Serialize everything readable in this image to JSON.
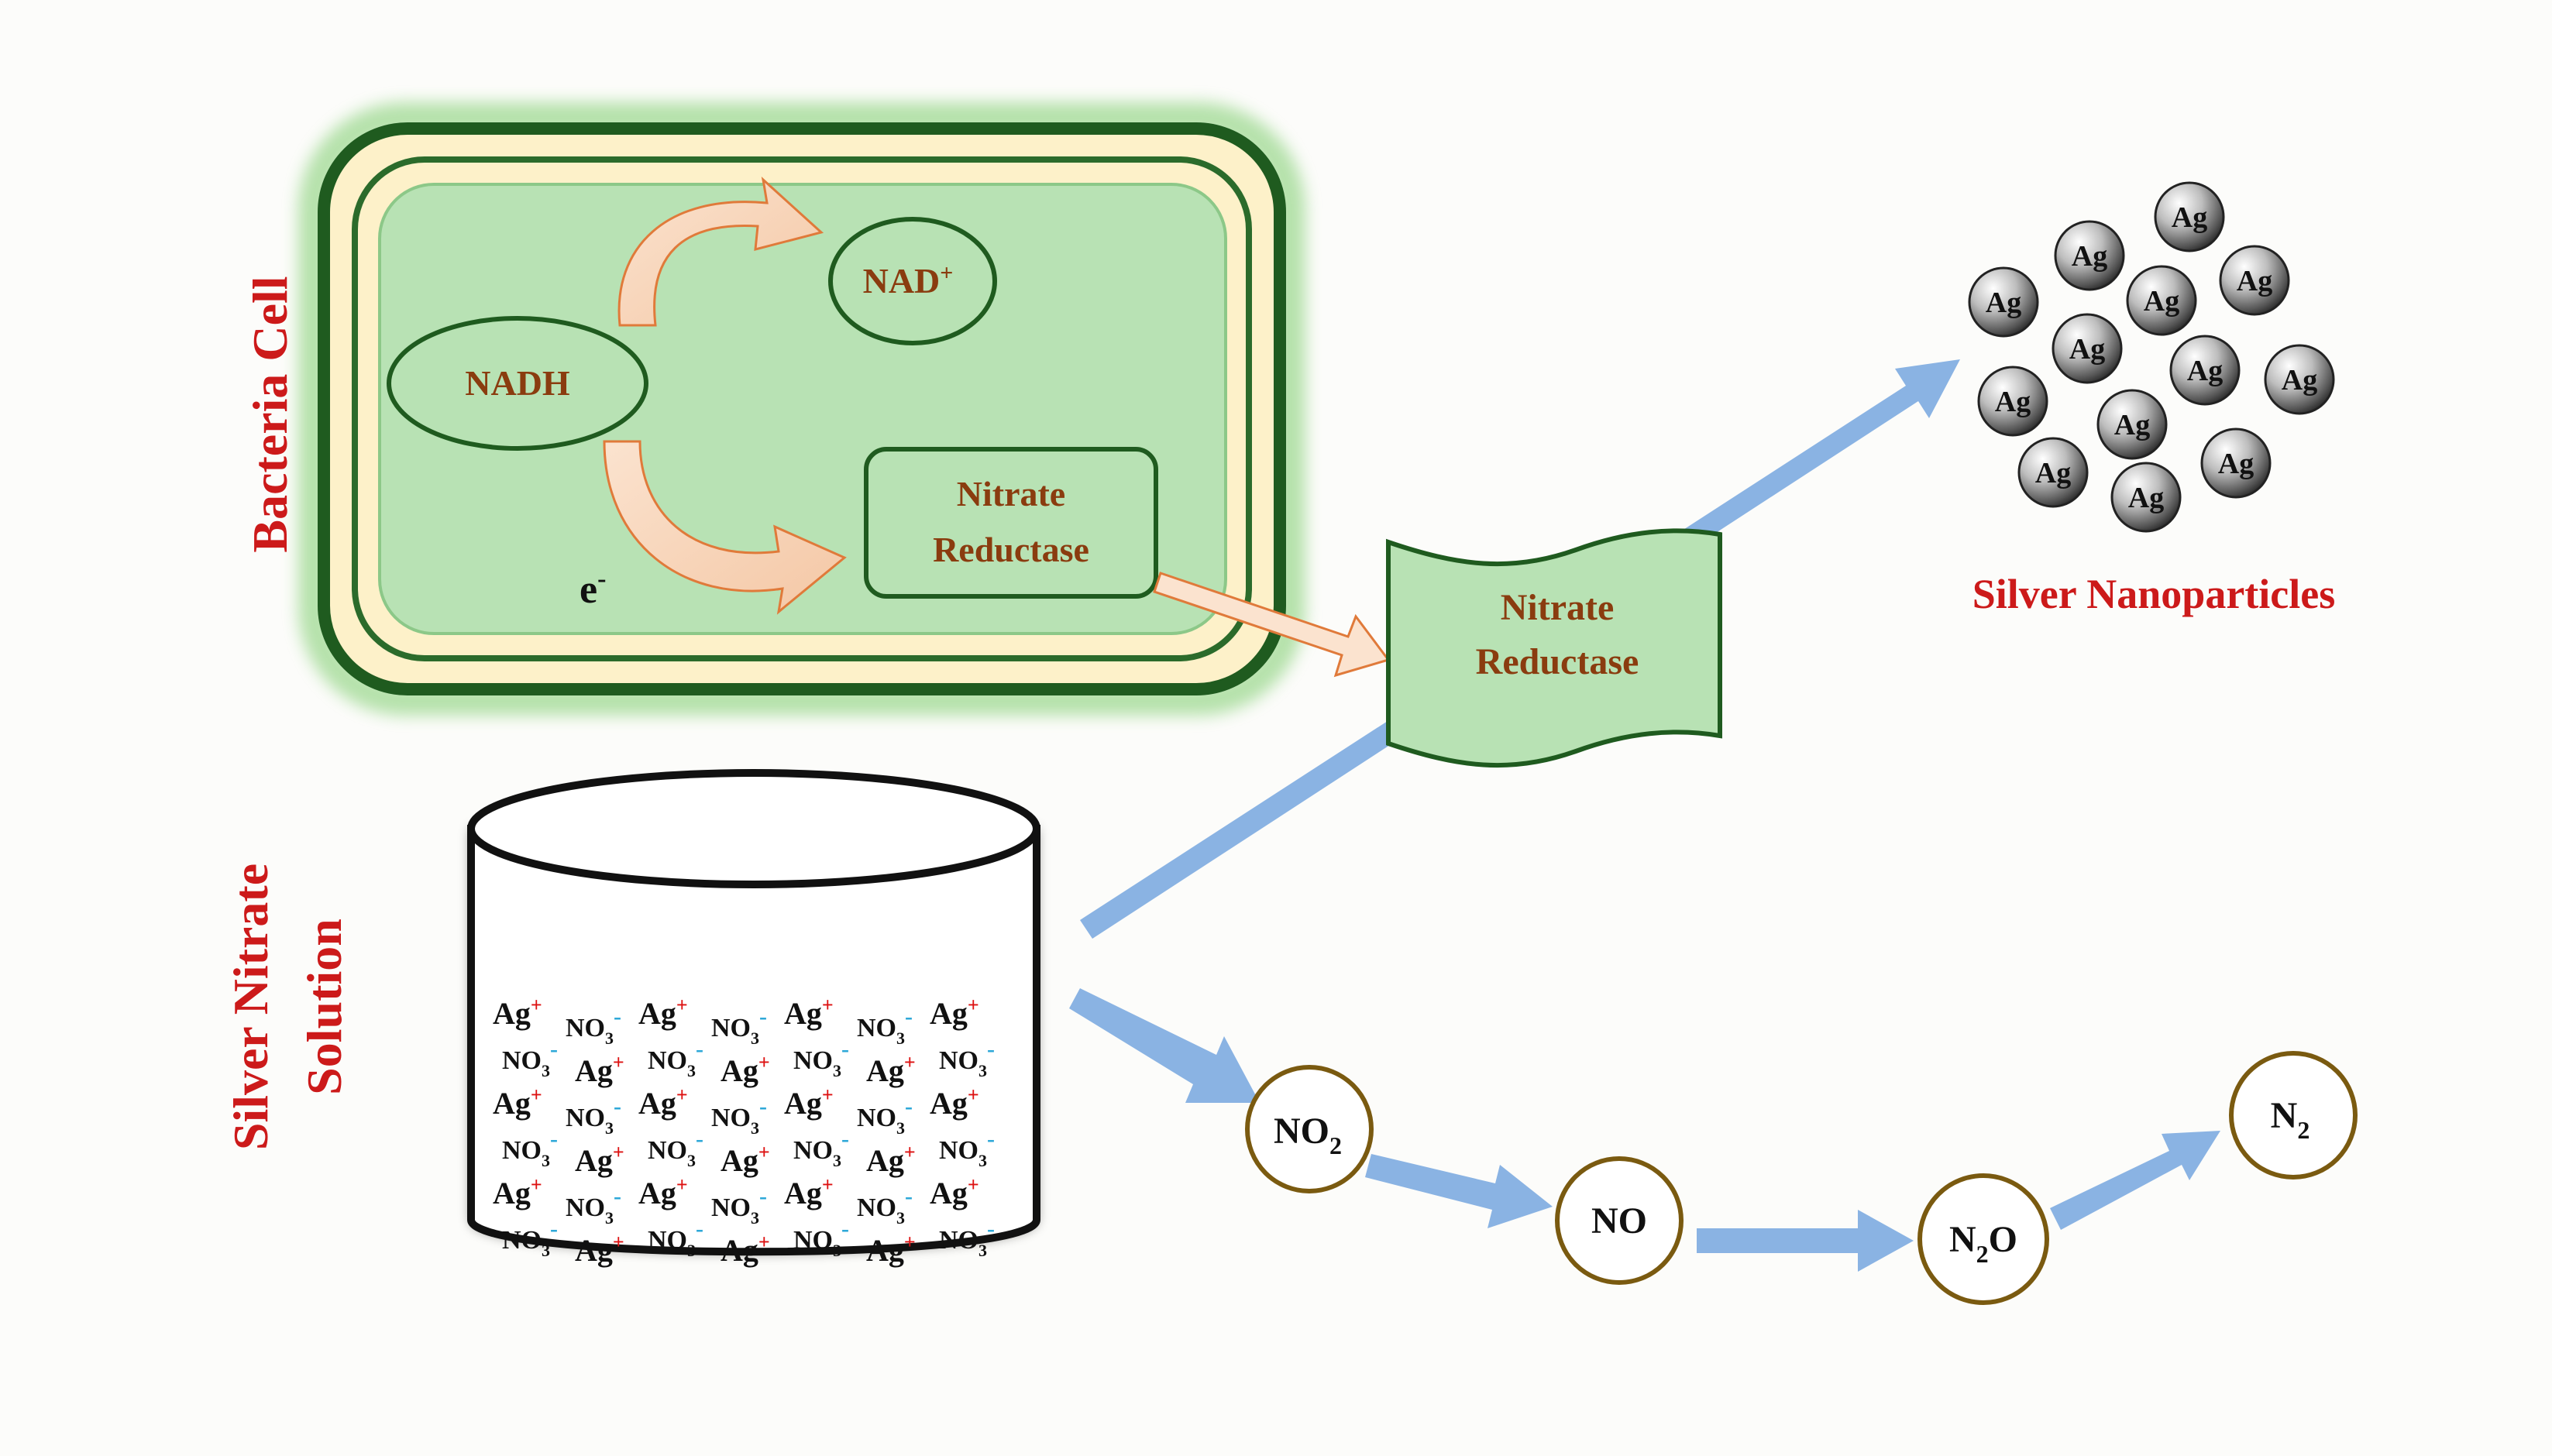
{
  "cell": {
    "label": "Bacteria Cell",
    "nadh": "NADH",
    "nad": "NAD",
    "nad_sup": "+",
    "enzyme_line1": "Nitrate",
    "enzyme_line2": "Reductase",
    "electron": "e",
    "electron_sup": "-"
  },
  "enzyme_flag": {
    "line1": "Nitrate",
    "line2": "Reductase"
  },
  "nanoparticles": {
    "label": "Silver Nanoparticles",
    "particle": "Ag",
    "count": 13
  },
  "solution": {
    "label_line1": "Silver Nitrate",
    "label_line2": "Solution",
    "ag": "Ag",
    "ag_sup": "+",
    "no3": "NO",
    "no3_sub": "3",
    "no3_sup": "-"
  },
  "pathway": {
    "no2": "NO",
    "no2_sub": "2",
    "no": "NO",
    "n2o_a": "N",
    "n2o_sub": "2",
    "n2o_b": "O",
    "n2": "N",
    "n2_sub": "2"
  },
  "colors": {
    "cell_dark_green": "#1f5b1f",
    "cell_fill": "#b8e2b4",
    "cell_membrane": "#fdf1c9",
    "label_red": "#cc1a1a",
    "text_brown": "#8a3c0f",
    "blue_arrow": "#8ab3e3",
    "circle_gold": "#7a5a10",
    "anion_blue": "#2ea8d8"
  }
}
